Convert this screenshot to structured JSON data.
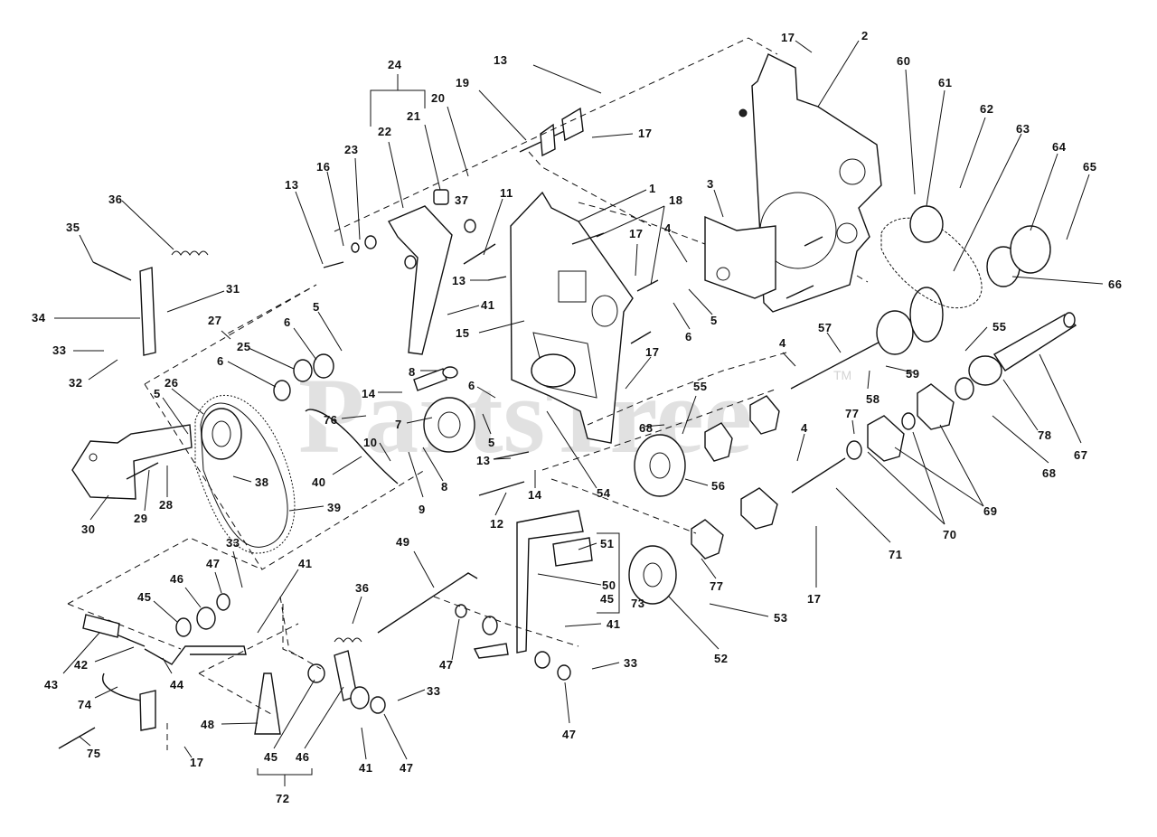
{
  "watermark": {
    "text": "PartsTree",
    "tm": "TM"
  },
  "labels": {
    "n2": "2",
    "n17a": "17",
    "n24": "24",
    "n13a": "13",
    "n19": "19",
    "n20": "20",
    "n17b": "17",
    "n21": "21",
    "n22": "22",
    "n23": "23",
    "n16": "16",
    "n13b": "13",
    "n37": "37",
    "n11": "11",
    "n1": "1",
    "n18": "18",
    "n3": "3",
    "n60": "60",
    "n61": "61",
    "n62": "62",
    "n63": "63",
    "n64": "64",
    "n65": "65",
    "n66": "66",
    "n36a": "36",
    "n35": "35",
    "n31": "31",
    "n34": "34",
    "n33a": "33",
    "n32": "32",
    "n27": "27",
    "n6a": "6",
    "n5a": "5",
    "n25": "25",
    "n6b": "6",
    "n26": "26",
    "n5b": "5",
    "n30": "30",
    "n29": "29",
    "n28": "28",
    "n38": "38",
    "n39": "39",
    "n40": "40",
    "n17c": "17",
    "n4a": "4",
    "n13c": "13",
    "n41a": "41",
    "n15": "15",
    "n6c": "6",
    "n5c": "5",
    "n17d": "17",
    "n8a": "8",
    "n14a": "14",
    "n76": "76",
    "n7": "7",
    "n6d": "6",
    "n5d": "5",
    "n10": "10",
    "n9": "9",
    "n8b": "8",
    "n13d": "13",
    "n14b": "14",
    "n54": "54",
    "n12": "12",
    "n55a": "55",
    "n68a": "68",
    "n56": "56",
    "n4b": "4",
    "n57": "57",
    "n55b": "55",
    "n59": "59",
    "n58": "58",
    "n77a": "77",
    "n4c": "4",
    "n78": "78",
    "n67": "67",
    "n68b": "68",
    "n69": "69",
    "n70": "70",
    "n71": "71",
    "n77b": "77",
    "n17e": "17",
    "n33b": "33",
    "n47a": "47",
    "n41b": "41",
    "n46a": "46",
    "n45a": "45",
    "n43": "43",
    "n42": "42",
    "n44": "44",
    "n74": "74",
    "n75": "75",
    "n17f": "17",
    "n48": "48",
    "n45b": "45",
    "n46b": "46",
    "n72": "72",
    "n36b": "36",
    "n41c": "41",
    "n47b": "47",
    "n33c": "33",
    "n49": "49",
    "n47c": "47",
    "n51": "51",
    "n50": "50",
    "n45c": "45",
    "n73": "73",
    "n41d": "41",
    "n33d": "33",
    "n47d": "47",
    "n53": "53",
    "n52": "52"
  }
}
